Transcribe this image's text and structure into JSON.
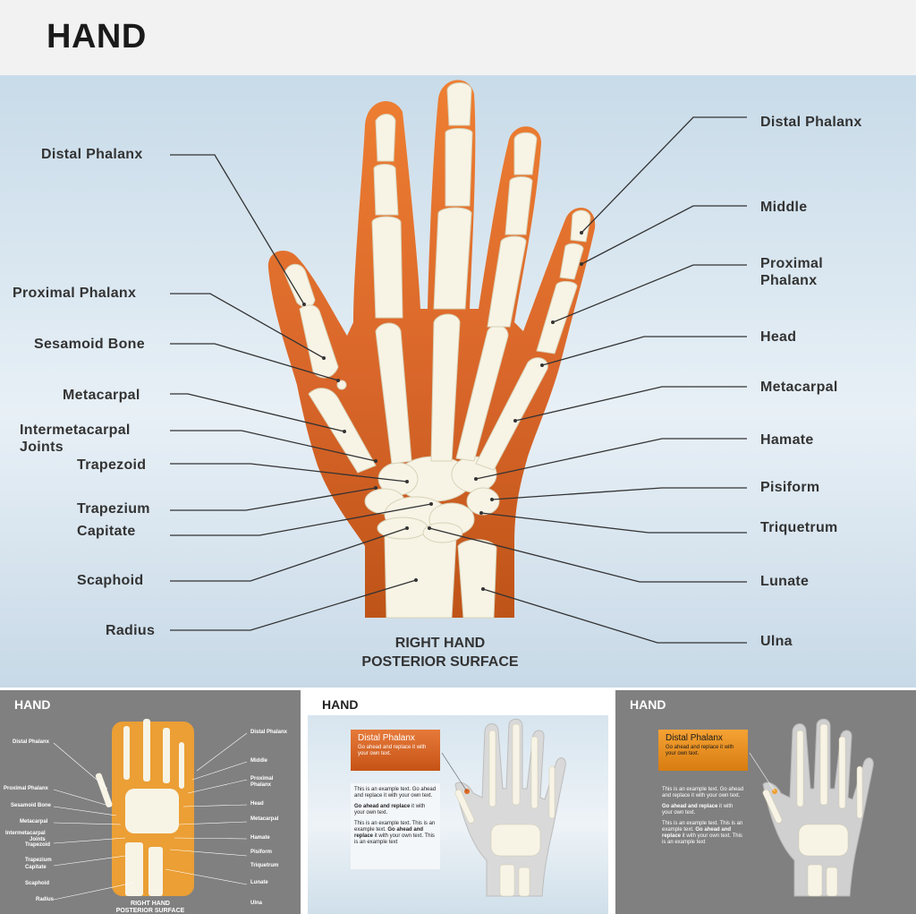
{
  "header": {
    "title": "HAND"
  },
  "labels_left": {
    "distal_phalanx": "Distal Phalanx",
    "proximal_phalanx": "Proximal Phalanx",
    "sesamoid_bone": "Sesamoid Bone",
    "metacarpal": "Metacarpal",
    "intermetacarpal_line1": "Intermetacarpal",
    "intermetacarpal_line2": "Joints",
    "trapezoid": "Trapezoid",
    "trapezium": "Trapezium",
    "capitate": "Capitate",
    "scaphoid": "Scaphoid",
    "radius": "Radius"
  },
  "labels_right": {
    "distal_phalanx": "Distal Phalanx",
    "middle": "Middle",
    "proximal_line1": "Proximal",
    "proximal_line2": "Phalanx",
    "head": "Head",
    "metacarpal": "Metacarpal",
    "hamate": "Hamate",
    "pisiform": "Pisiform",
    "triquetrum": "Triquetrum",
    "lunate": "Lunate",
    "ulna": "Ulna"
  },
  "caption": {
    "line1": "RIGHT HAND",
    "line2": "POSTERIOR SURFACE"
  },
  "thumbnails": {
    "t1": {
      "title": "HAND"
    },
    "t2": {
      "title": "HAND",
      "callout_title": "Distal Phalanx",
      "callout_body": "Go ahead and replace it with your own text.",
      "p1": "This is an example text. Go ahead and replace it with your own text.",
      "p2_bold": "Go ahead and replace",
      "p2_rest": " it with your own text.",
      "p3_a": "This is an example text. This is an example text. ",
      "p3_bold": "Go ahead and replace",
      "p3_b": " it with your own text. This is an example text"
    },
    "t3": {
      "title": "HAND",
      "callout_title": "Distal Phalanx",
      "callout_body": "Go ahead and replace it with your own text.",
      "p1": "This is an example text. Go ahead and replace it with your own text.",
      "p2_bold": "Go ahead and replace",
      "p2_rest": " it with your own text.",
      "p3_a": "This is an example text. This is an example text. ",
      "p3_bold": "Go ahead and replace",
      "p3_b": " it with your own text. This is an example text"
    }
  },
  "colors": {
    "hand_orange": "#e8782c",
    "hand_dark": "#c3561a",
    "bone": "#f7f4e6",
    "background_blue": "#c8dbe9",
    "thumb_gray": "#808080",
    "thumb_orange": "#f0a030"
  }
}
